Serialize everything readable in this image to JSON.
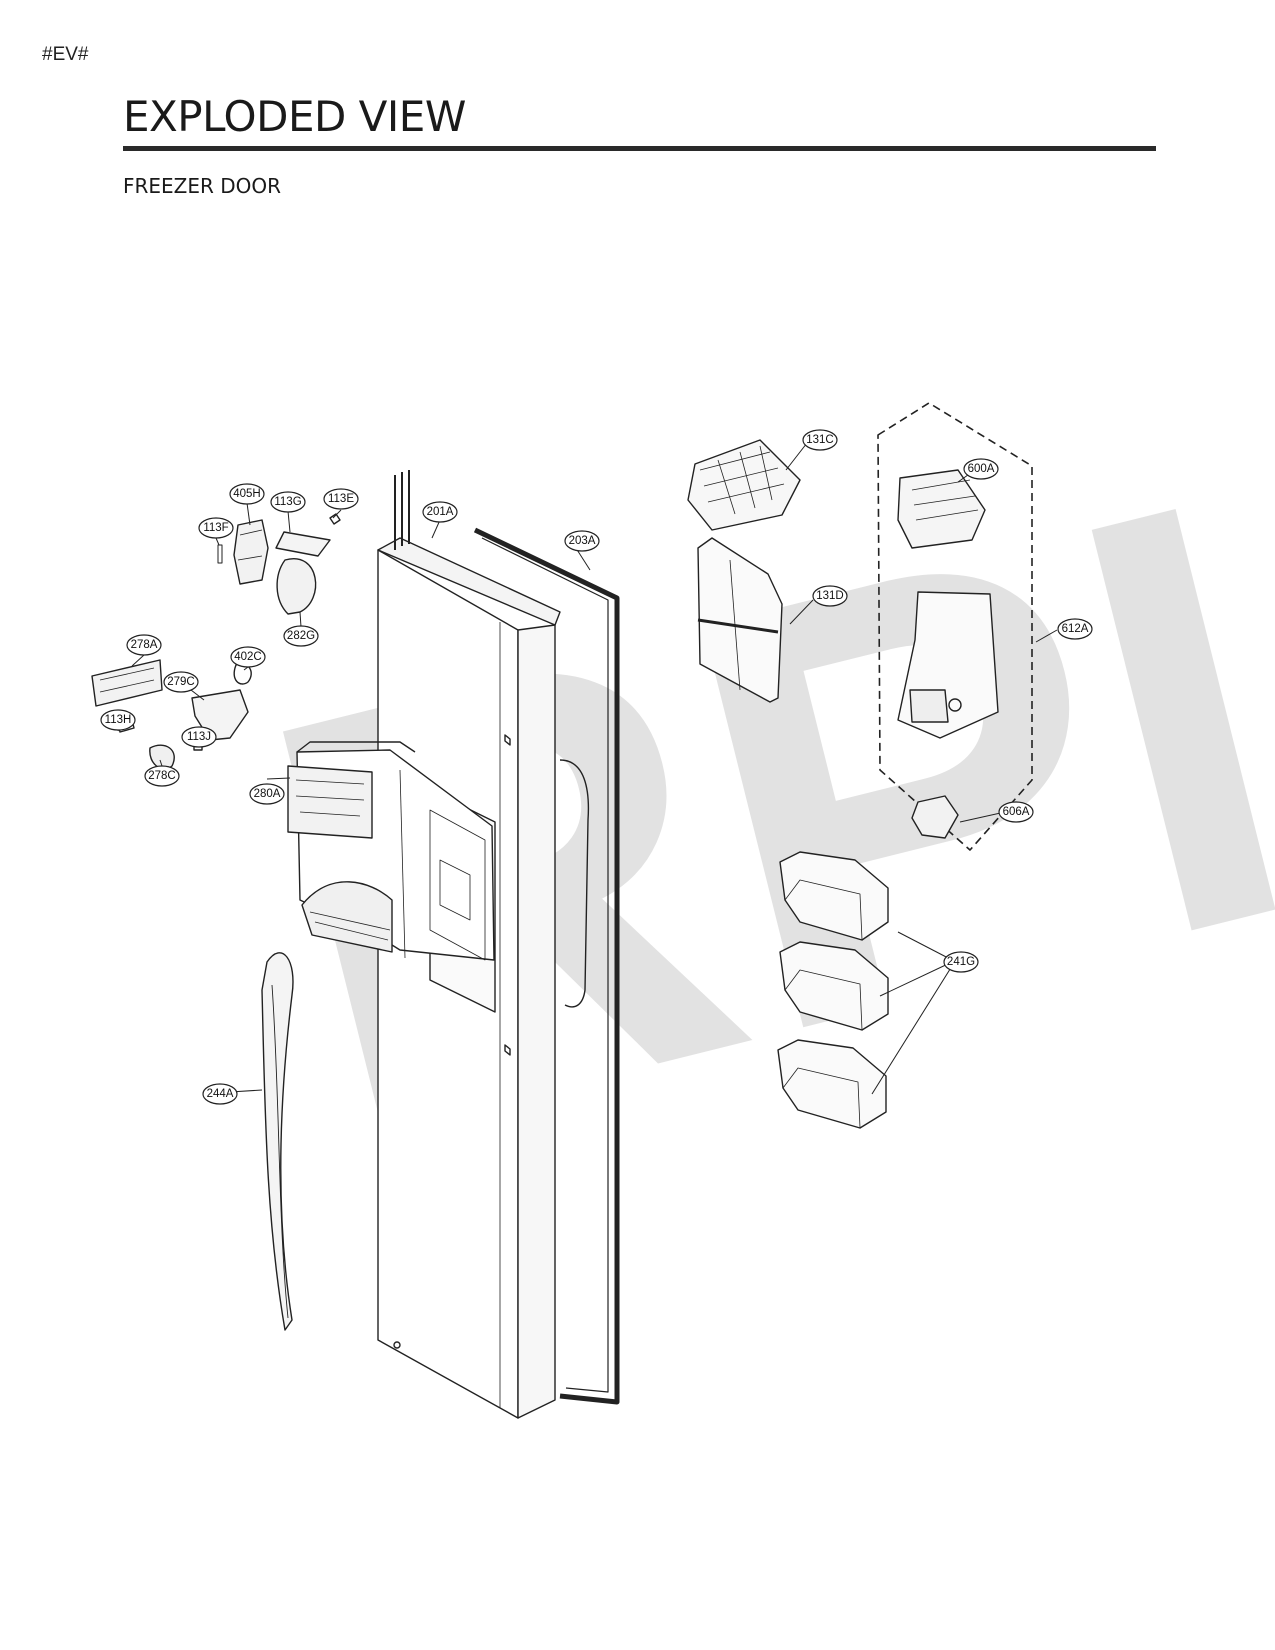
{
  "page_tag": "#EV#",
  "title": "EXPLODED VIEW",
  "section": "FREEZER DOOR",
  "watermark": "RPI",
  "parts": {
    "p405H": "405H",
    "p113G": "113G",
    "p113E": "113E",
    "p113F": "113F",
    "p282G": "282G",
    "p278A": "278A",
    "p402C": "402C",
    "p279C": "279C",
    "p113H": "113H",
    "p113J": "113J",
    "p278C": "278C",
    "p280A": "280A",
    "p201A": "201A",
    "p203A": "203A",
    "p244A": "244A",
    "p131C": "131C",
    "p131D": "131D",
    "p600A": "600A",
    "p612A": "612A",
    "p606A": "606A",
    "p241G": "241G"
  }
}
